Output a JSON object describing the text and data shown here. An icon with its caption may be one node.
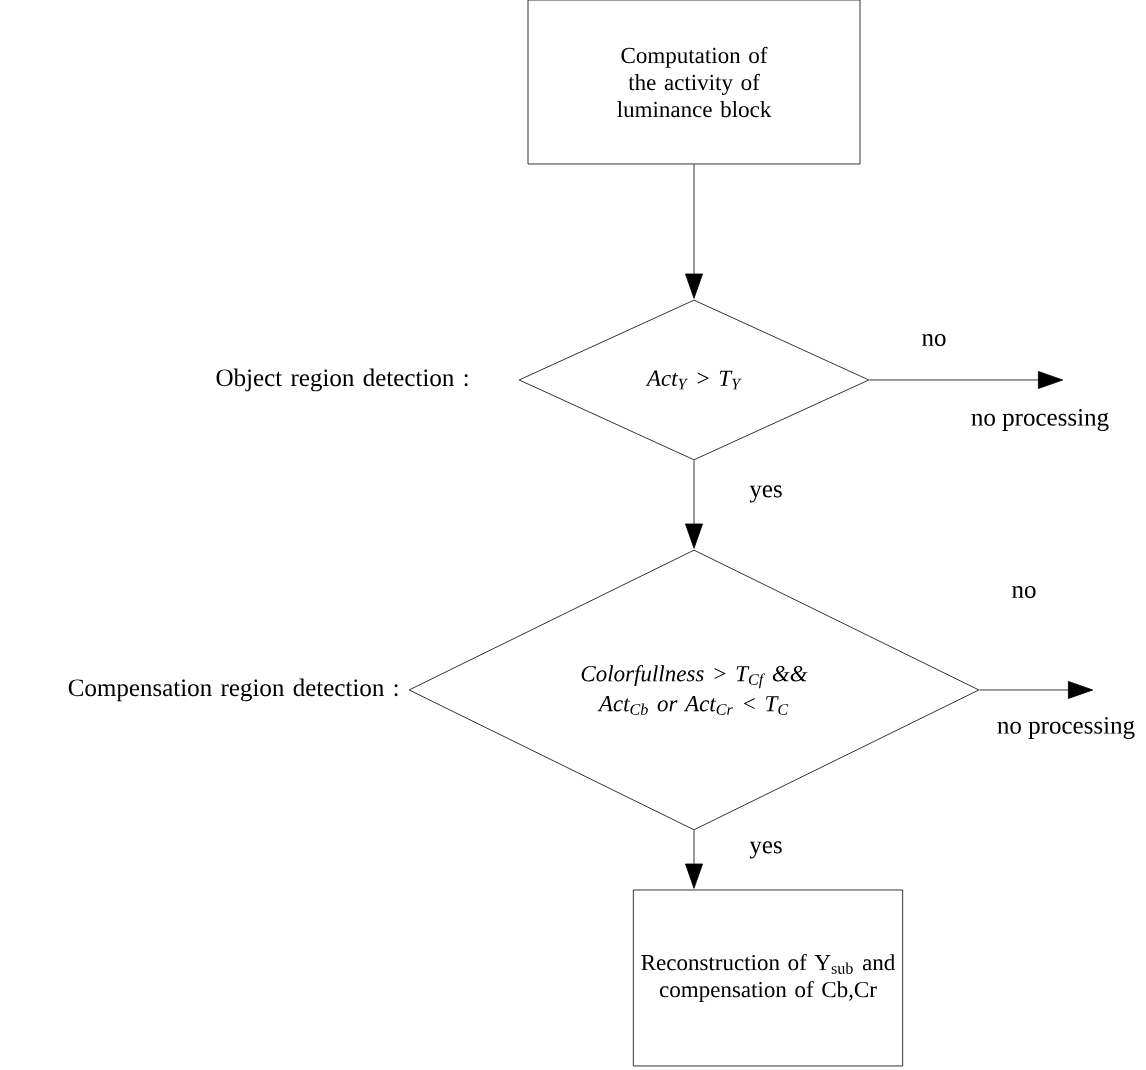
{
  "diagram": {
    "nodes": [
      {
        "text": [
          "Computation of the activity of luminance block"
        ]
      },
      {
        "text": [
          "Act$_{Y}$ > T$_{Y}$"
        ],
        "beside": [
          "Object region detection  :"
        ]
      },
      {
        "text": [
          "Colorfullness > T$_{Cf}$ && Act$_{Cb}$ or Act$_{Cr}$ < T$_{C}$"
        ],
        "beside": [
          "Compensation region detection  :"
        ]
      },
      {
        "text": [
          "Reconstruction of Y$_{sub}$ and compensation of Cb,Cr"
        ]
      },
      {
        "text": [
          "no processing"
        ]
      },
      {
        "text": [
          "no processing"
        ]
      }
    ],
    "edges": [
      {
        "from": 0,
        "to": 1,
        "arrow": "to"
      },
      {
        "from": 1,
        "to": 4,
        "arrow": "to",
        "label": "no"
      },
      {
        "from": 1,
        "to": 2,
        "arrow": "to",
        "label": "yes"
      },
      {
        "from": 2,
        "to": 5,
        "arrow": "to",
        "label": "no"
      },
      {
        "from": 2,
        "to": 3,
        "arrow": "to",
        "label": "yes"
      }
    ]
  }
}
